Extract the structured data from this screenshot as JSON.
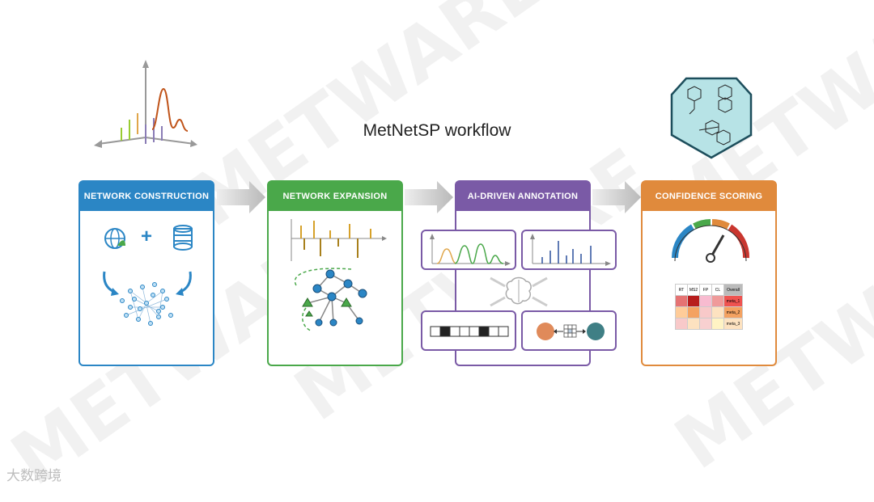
{
  "title": "MetNetSP workflow",
  "cards": [
    {
      "label": "NETWORK CONSTRUCTION",
      "color": "#2b86c5"
    },
    {
      "label": "NETWORK EXPANSION",
      "color": "#4aa84a"
    },
    {
      "label": "AI-DRIVEN ANNOTATION",
      "color": "#7a5aa6"
    },
    {
      "label": "CONFIDENCE SCORING",
      "color": "#e08a3c"
    }
  ],
  "construction": {
    "plus": "+"
  },
  "table": {
    "headers": [
      "RT",
      "MS2",
      "FP",
      "CL",
      "Overall"
    ],
    "rows": [
      "meta_1",
      "meta_2",
      "meta_3"
    ]
  },
  "logo": "大数跨境"
}
